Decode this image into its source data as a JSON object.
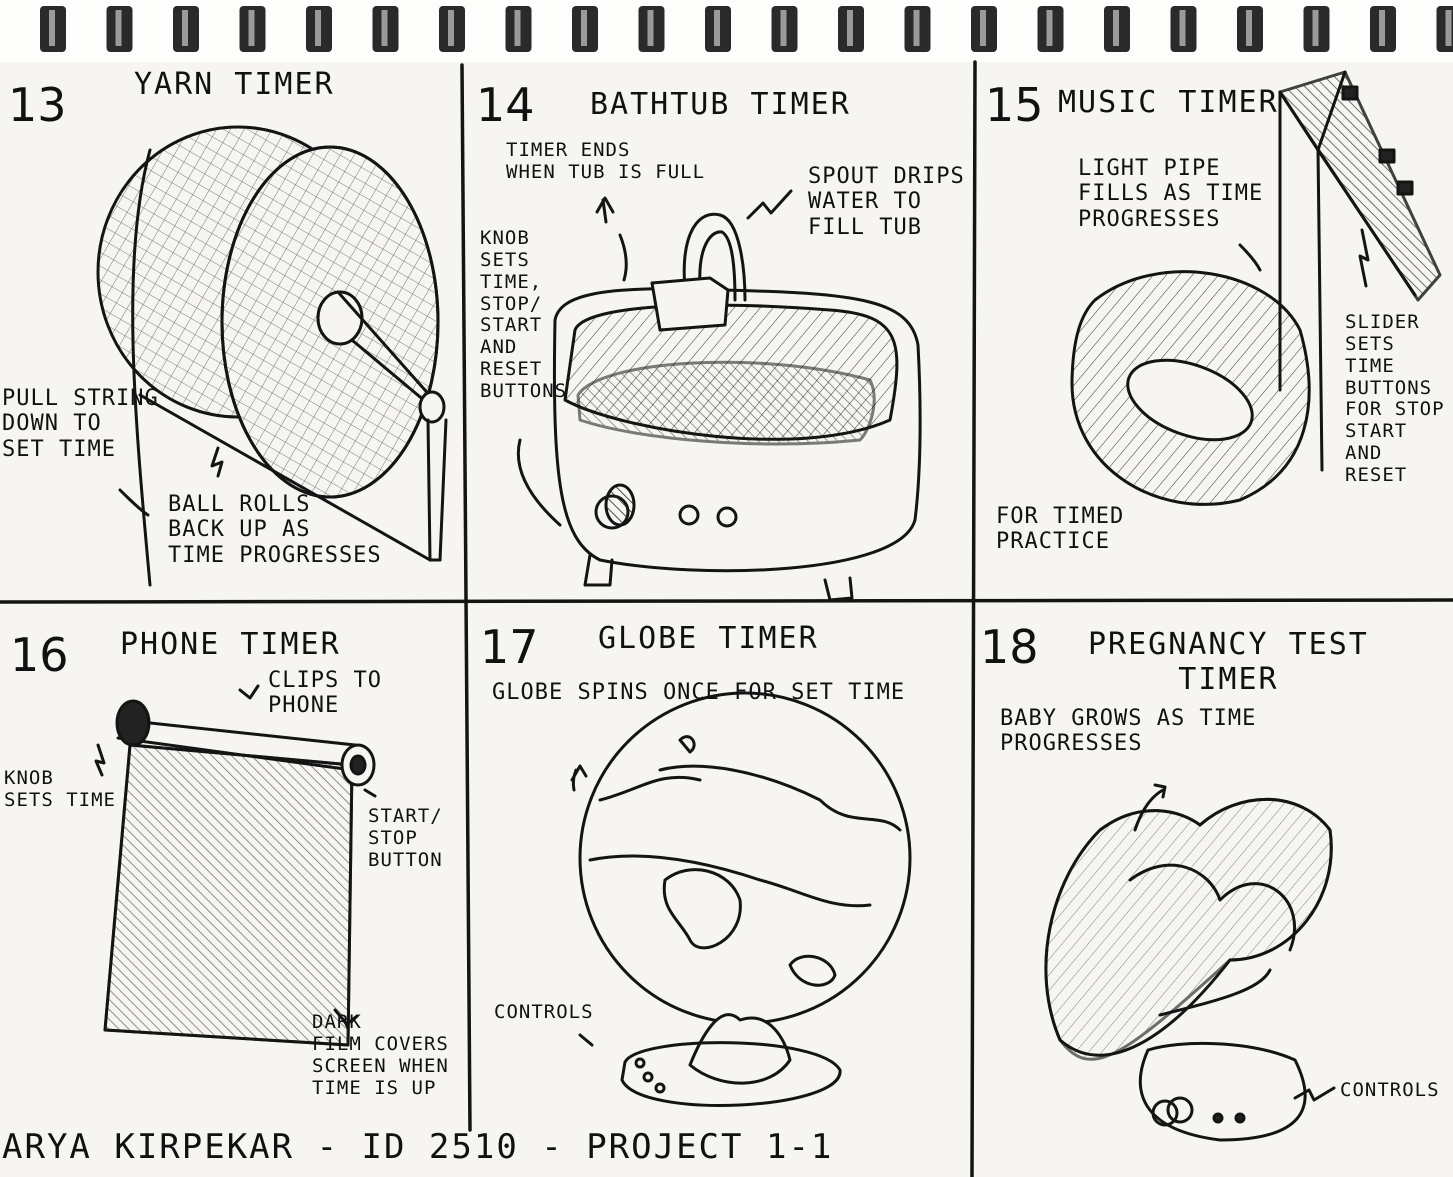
{
  "panels": [
    {
      "number": "13",
      "title": "YARN TIMER",
      "notes": [
        "PULL STRING\nDOWN TO\nSET TIME",
        "BALL ROLLS\nBACK UP AS\nTIME PROGRESSES"
      ]
    },
    {
      "number": "14",
      "title": "BATHTUB TIMER",
      "notes": [
        "TIMER ENDS\nWHEN TUB IS FULL",
        "SPOUT DRIPS\nWATER TO\nFILL TUB",
        "KNOB\nSETS\nTIME,\nSTOP/\nSTART\nAND\nRESET\nBUTTONS"
      ]
    },
    {
      "number": "15",
      "title": "MUSIC TIMER",
      "notes": [
        "LIGHT PIPE\nFILLS AS TIME\nPROGRESSES",
        "SLIDER\nSETS TIME\nBUTTONS\nFOR STOP\nSTART AND\nRESET",
        "FOR TIMED\nPRACTICE"
      ]
    },
    {
      "number": "16",
      "title": "PHONE TIMER",
      "notes": [
        "CLIPS TO\nPHONE",
        "KNOB\nSETS TIME",
        "START/\nSTOP\nBUTTON",
        "DARK\nFILM COVERS\nSCREEN WHEN\nTIME IS UP"
      ]
    },
    {
      "number": "17",
      "title": "GLOBE TIMER",
      "notes": [
        "GLOBE SPINS ONCE FOR SET TIME",
        "CONTROLS"
      ]
    },
    {
      "number": "18",
      "title": "PREGNANCY TEST\nTIMER",
      "notes": [
        "BABY GROWS AS TIME\nPROGRESSES",
        "CONTROLS"
      ]
    }
  ],
  "footer": "ARYA KIRPEKAR - ID 2510 - PROJECT 1-1"
}
